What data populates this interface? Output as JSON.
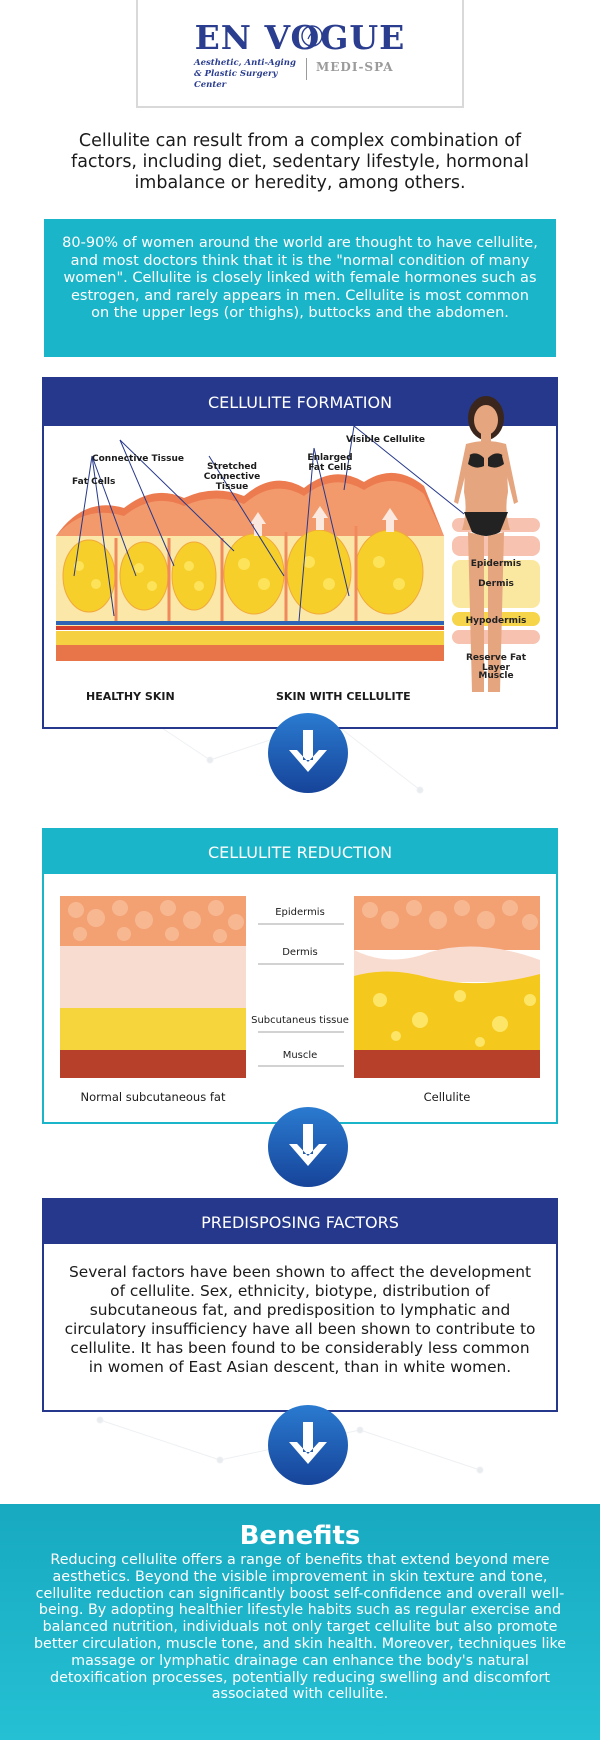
{
  "brand": {
    "name": "EN VOGUE",
    "tagline": "Aesthetic, Anti-Aging & Plastic Surgery Center",
    "suffix": "MEDI-SPA"
  },
  "intro": "Cellulite can result from a complex combination of factors, including diet, sedentary lifestyle, hormonal imbalance or heredity, among others.",
  "stat": "80-90% of women around the world are thought to have cellulite, and most doctors think that it is the \"normal condition of many women\". Cellulite is closely linked with female hormones such as estrogen, and rarely appears in men. Cellulite is most common on the upper legs (or thighs), buttocks and the abdomen.",
  "formation": {
    "title": "CELLULITE FORMATION",
    "labels": {
      "fat_cells": "Fat Cells",
      "connective_tissue": "Connective Tissue",
      "stretched": "Stretched Connective Tissue",
      "enlarged": "Enlarged Fat Cells",
      "visible": "Visible Cellulite"
    },
    "layers": [
      "Epidermis",
      "Dermis",
      "Hypodermis",
      "Reserve Fat Layer",
      "Muscle"
    ],
    "healthy": "HEALTHY SKIN",
    "cellulite": "SKIN WITH CELLULITE"
  },
  "reduction": {
    "title": "CELLULITE REDUCTION",
    "layers": [
      "Epidermis",
      "Dermis",
      "Subcutaneus tissue",
      "Muscle"
    ],
    "left_caption": "Normal subcutaneous fat",
    "right_caption": "Cellulite"
  },
  "factors": {
    "title": "PREDISPOSING FACTORS",
    "text": "Several factors have been shown to affect the development of cellulite. Sex, ethnicity, biotype, distribution of subcutaneous fat, and predisposition to lymphatic and circulatory insufficiency have all been shown to contribute to cellulite. It has been found to be considerably less common in women of East Asian descent, than in white women."
  },
  "benefits": {
    "title": "Benefits",
    "text": "Reducing cellulite offers a range of benefits that extend beyond mere aesthetics. Beyond the visible improvement in skin texture and tone, cellulite reduction can significantly boost self-confidence and overall well-being. By adopting healthier lifestyle habits such as regular exercise and balanced nutrition, individuals not only target cellulite but also promote better circulation, muscle tone, and skin health. Moreover, techniques like massage or lymphatic drainage can enhance the body's natural detoxification processes, potentially reducing swelling and discomfort associated with cellulite."
  },
  "colors": {
    "navy": "#26388b",
    "teal": "#1bb5c9",
    "arrow_blue": "#1d5fb0",
    "fat_yellow": "#f6cf2a",
    "skin_orange": "#f08a5d",
    "muscle_red": "#b6402a"
  },
  "icons": [
    "arrow-down-icon",
    "woman-figure-icon",
    "logo-emblem-icon"
  ]
}
